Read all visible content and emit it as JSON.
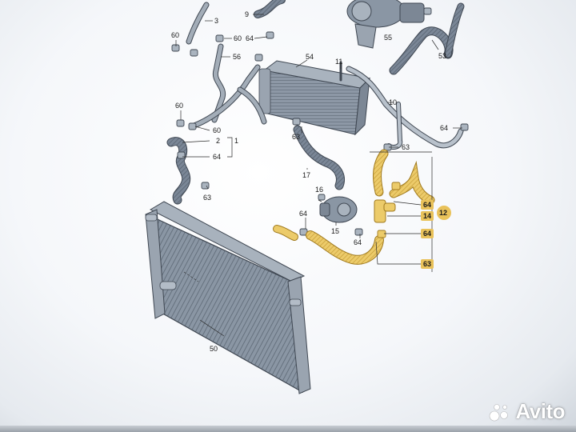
{
  "callouts": {
    "c9": "9",
    "c3": "3",
    "c60a": "60",
    "c60b": "60",
    "c64a": "64",
    "c56": "56",
    "c54": "54",
    "c11": "11",
    "c55": "55",
    "c53": "53",
    "c10": "10",
    "c64b": "64",
    "c63a": "63",
    "c60c": "60",
    "c60d": "60",
    "c2": "2",
    "c1": "1",
    "c64c": "64",
    "c63b": "63",
    "c63c": "63",
    "c17": "17",
    "c16": "16",
    "c15": "15",
    "c64d": "64",
    "c64e": "64",
    "c63d": "63",
    "c50": "50"
  },
  "highlighted_callouts": {
    "h64a": "64",
    "h14": "14",
    "h12": "12",
    "h64b": "64",
    "h63": "63"
  },
  "watermark": {
    "text": "Avito"
  },
  "colors": {
    "highlight": "#e9c25a",
    "highlight_stroke": "#a07a1e",
    "part_gray": "#7f8b99",
    "part_dark": "#55606d"
  }
}
